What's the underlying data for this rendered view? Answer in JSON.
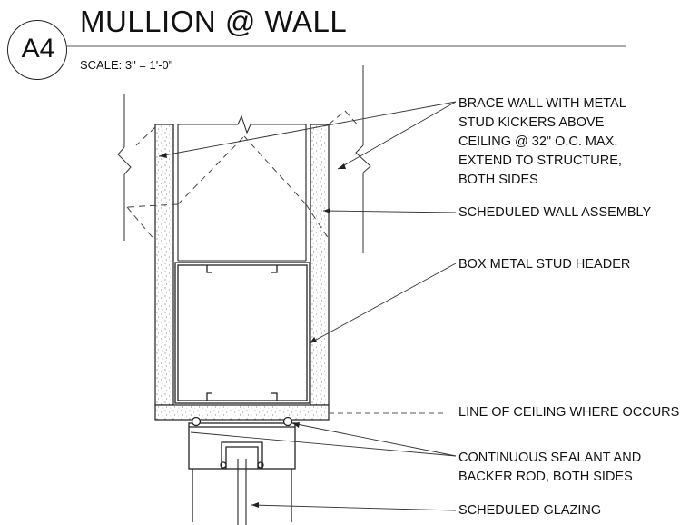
{
  "detail": {
    "id": "A4",
    "title": "MULLION @ WALL",
    "scale": "SCALE:  3\" = 1'-0\""
  },
  "notes": [
    {
      "lines": [
        "BRACE WALL WITH METAL",
        "STUD KICKERS ABOVE",
        "CEILING @ 32\" O.C. MAX,",
        "EXTEND TO STRUCTURE,",
        "BOTH SIDES"
      ]
    },
    {
      "lines": [
        "SCHEDULED WALL ASSEMBLY"
      ]
    },
    {
      "lines": [
        "BOX METAL STUD HEADER"
      ]
    },
    {
      "lines": [
        "LINE OF CEILING WHERE OCCURS"
      ]
    },
    {
      "lines": [
        "CONTINUOUS SEALANT AND",
        "BACKER ROD, BOTH SIDES"
      ]
    },
    {
      "lines": [
        "SCHEDULED GLAZING"
      ]
    }
  ]
}
